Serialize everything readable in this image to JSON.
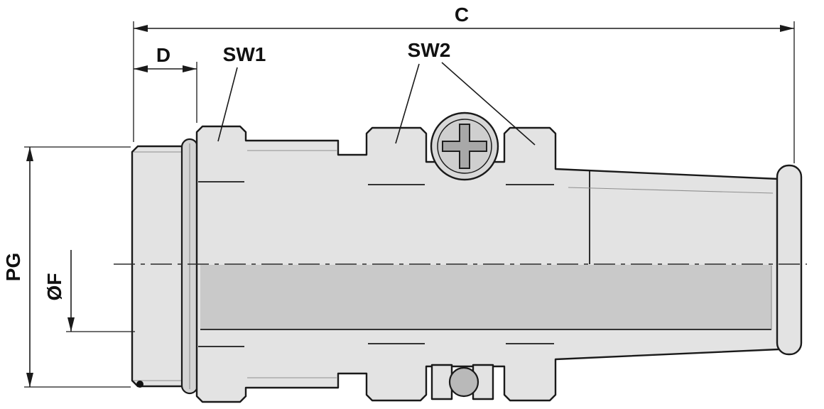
{
  "drawing": {
    "labels": {
      "c": "C",
      "d": "D",
      "sw1": "SW1",
      "sw2": "SW2",
      "pg": "PG",
      "f": "ØF"
    },
    "colors": {
      "line": "#1a1a1a",
      "body_fill": "#e3e3e3",
      "ring_fill": "#d4d4d4",
      "section_fill": "#c9c9c9",
      "screw_fill": "#a8a8a8",
      "background": "#ffffff"
    }
  }
}
